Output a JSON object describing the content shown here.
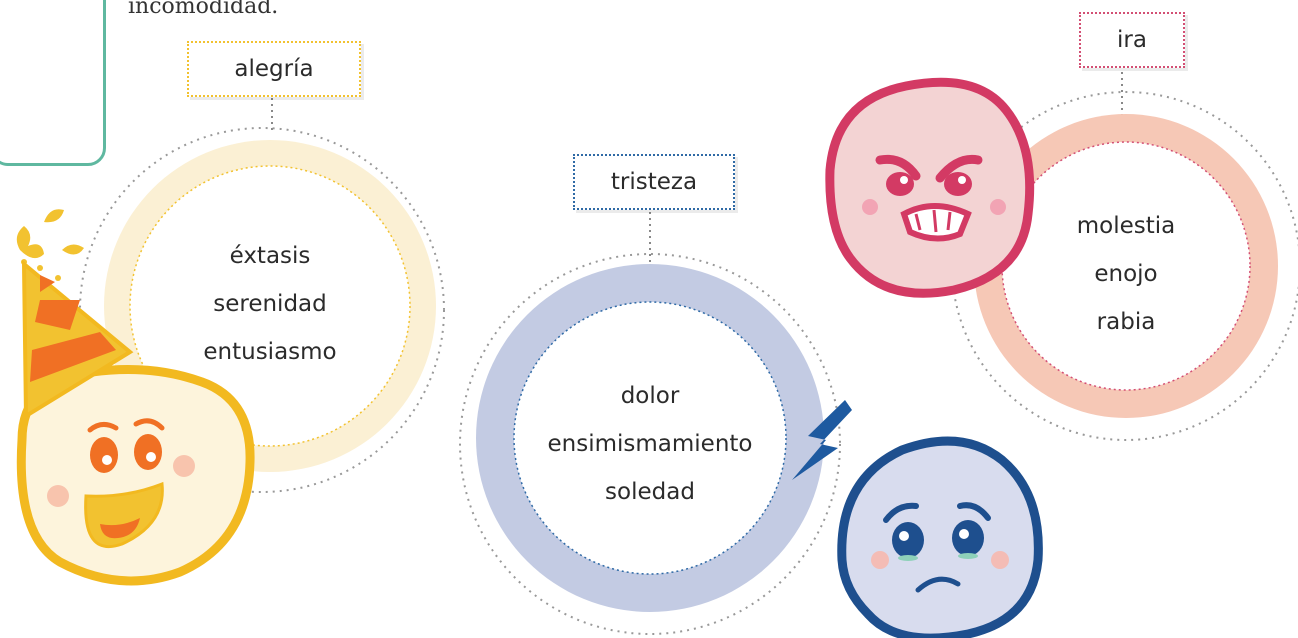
{
  "intro_text": "incomodidad.",
  "emotions": [
    {
      "label": "alegría",
      "words": [
        "éxtasis",
        "serenidad",
        "entusiasmo"
      ],
      "color": "#f2c230",
      "ring": "#fbf0d4"
    },
    {
      "label": "tristeza",
      "words": [
        "dolor",
        "ensimismamiento",
        "soledad"
      ],
      "color": "#2f6aa6",
      "ring": "#c3cbe3"
    },
    {
      "label": "ira",
      "words": [
        "molestia",
        "enojo",
        "rabia"
      ],
      "color": "#d34f74",
      "ring": "#f6c8b6"
    }
  ]
}
